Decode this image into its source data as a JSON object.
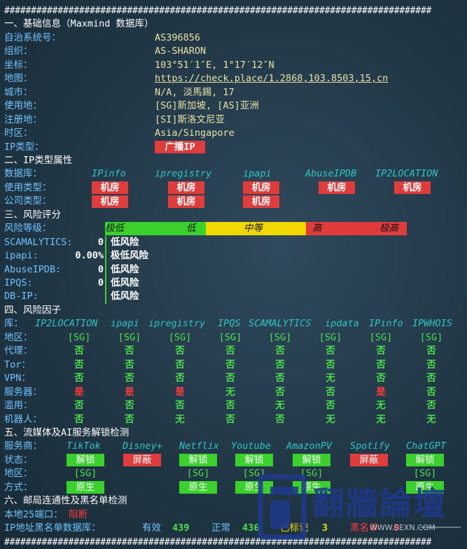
{
  "separator": "################################################################################",
  "s1": {
    "title": "一、基础信息（Maxmind 数据库）",
    "rows": [
      {
        "label": "自治系统号：",
        "value": "AS396856"
      },
      {
        "label": "组织：",
        "value": "AS-SHARON"
      },
      {
        "label": "坐标：",
        "value": "103°51′1″E, 1°17′12″N"
      },
      {
        "label": "地图：",
        "value": "https://check.place/1.2868,103.8503,15,cn"
      },
      {
        "label": "城市：",
        "value": "N/A, 淡馬錫, 17"
      },
      {
        "label": "使用地：",
        "value": "[SG]新加坡, [AS]亚洲"
      },
      {
        "label": "注册地：",
        "value": "[SI]斯洛文尼亚"
      },
      {
        "label": "时区：",
        "value": "Asia/Singapore"
      },
      {
        "label": "IP类型：",
        "value": "广播IP"
      }
    ]
  },
  "s2": {
    "title": "二、IP类型属性",
    "db_label": "数据库：",
    "dbs": [
      "IPinfo",
      "ipregistry",
      "ipapi",
      "AbuseIPDB",
      "IP2LOCATION"
    ],
    "usage_label": "使用类型：",
    "usage": [
      "机房",
      "机房",
      "机房",
      "机房",
      "机房"
    ],
    "company_label": "公司类型：",
    "company": [
      "机房",
      "机房",
      "机房"
    ]
  },
  "s3": {
    "title": "三、风险评分",
    "level_label": "风险等级：",
    "scale": [
      "极低",
      "低",
      "中等",
      "高",
      "极高"
    ],
    "colors": {
      "low": "#3ad12c",
      "mid": "#f0d800",
      "high": "#e13c3c"
    },
    "rows": [
      {
        "label": "SCAMALYTICS:",
        "score": "0",
        "level": "低风险"
      },
      {
        "label": "ipapi:",
        "score": "0.00%",
        "level": "极低风险"
      },
      {
        "label": "AbuseIPDB:",
        "score": "0",
        "level": "低风险"
      },
      {
        "label": "IPQS:",
        "score": "0",
        "level": "低风险"
      },
      {
        "label": "DB-IP:",
        "score": "",
        "level": "低风险"
      }
    ]
  },
  "s4": {
    "title": "四、风险因子",
    "lib_label": "库：",
    "dbs": [
      "IP2LOCATION",
      "ipapi",
      "ipregistry",
      "IPQS",
      "SCAMALYTICS",
      "ipdata",
      "IPinfo",
      "IPWHOIS"
    ],
    "rows": [
      {
        "label": "地区：",
        "cells": [
          "[SG]",
          "[SG]",
          "[SG]",
          "[SG]",
          "[SG]",
          "[SG]",
          "[SG]",
          "[SG]"
        ]
      },
      {
        "label": "代理：",
        "cells": [
          "否",
          "否",
          "否",
          "否",
          "否",
          "否",
          "否",
          "否"
        ]
      },
      {
        "label": "Tor：",
        "cells": [
          "否",
          "否",
          "否",
          "否",
          "否",
          "否",
          "否",
          "否"
        ]
      },
      {
        "label": "VPN：",
        "cells": [
          "否",
          "否",
          "否",
          "否",
          "否",
          "无",
          "否",
          "否"
        ]
      },
      {
        "label": "服务器：",
        "cells": [
          "是",
          "是",
          "是",
          "无",
          "否",
          "否",
          "是",
          "否"
        ]
      },
      {
        "label": "滥用：",
        "cells": [
          "否",
          "否",
          "否",
          "否",
          "无",
          "否",
          "无",
          "否"
        ]
      },
      {
        "label": "机器人：",
        "cells": [
          "否",
          "否",
          "无",
          "否",
          "否",
          "无",
          "无",
          "无"
        ]
      }
    ]
  },
  "s5": {
    "title": "五、流媒体及AI服务解锁检测",
    "svc_label": "服务商：",
    "services": [
      "TikTok",
      "Disney+",
      "Netflix",
      "Youtube",
      "AmazonPV",
      "Spotify",
      "ChatGPT"
    ],
    "status_label": "状态：",
    "status": [
      "解锁",
      "屏蔽",
      "解锁",
      "解锁",
      "解锁",
      "屏蔽",
      "解锁"
    ],
    "region_label": "地区：",
    "regions": [
      "[SG]",
      "",
      "[SG]",
      "[SG]",
      "[SG]",
      "",
      "[SG]"
    ],
    "method_label": "方式：",
    "methods": [
      "原生",
      "",
      "原生",
      "原生",
      "原生",
      "",
      "原生"
    ]
  },
  "s6": {
    "title": "六、邮局连通性及黑名单检测",
    "port_label": "本地25端口：",
    "port_value": "阻断",
    "bl_label": "IP地址黑名单数据库：",
    "valid_label": "有效",
    "valid": "439",
    "normal_label": "正常",
    "normal": "436",
    "marked_label": "已标记",
    "marked": "3",
    "black_label": "黑名单",
    "black": "0"
  },
  "watermark": {
    "brand": "翻牆論壇",
    "url": "WWW.SEXN.COM"
  }
}
